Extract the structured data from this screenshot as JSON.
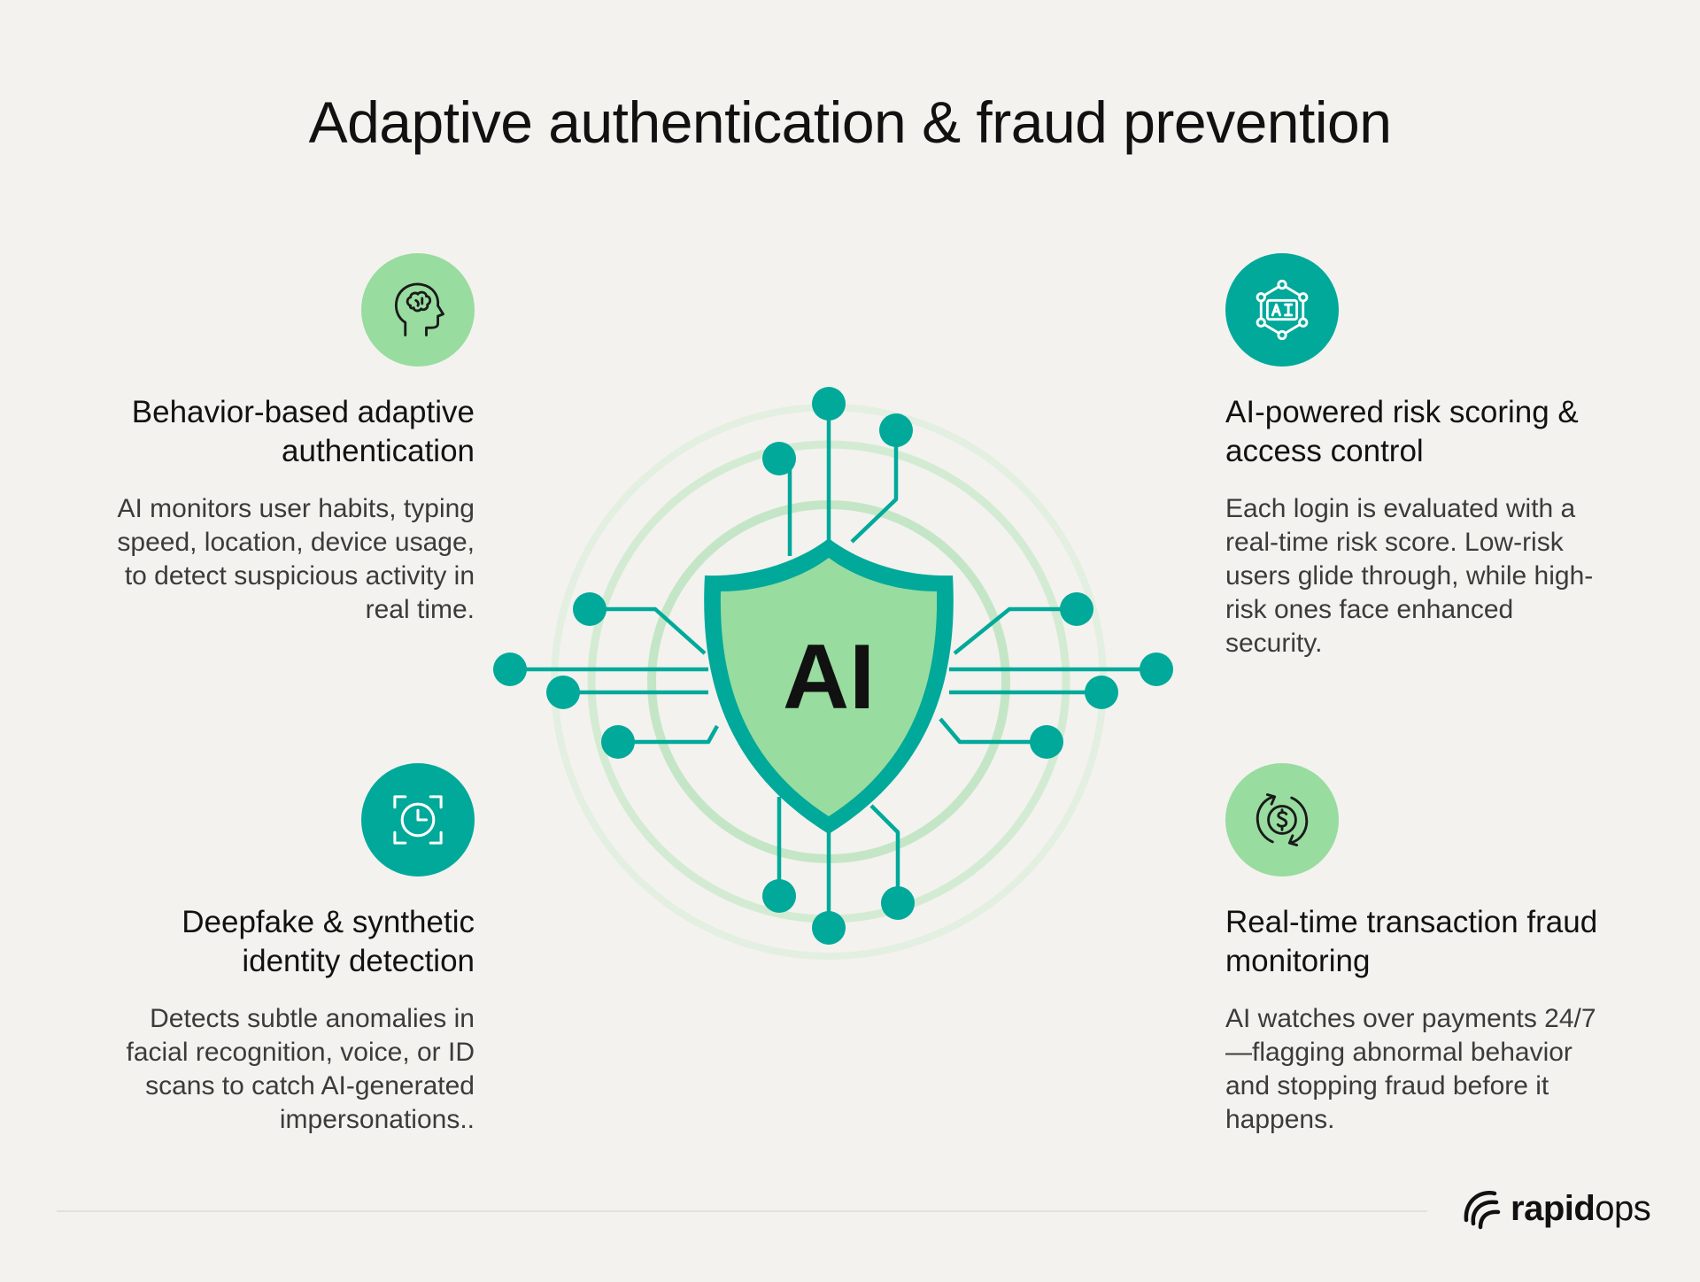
{
  "title": "Adaptive authentication & fraud prevention",
  "center": {
    "label": "AI"
  },
  "features": {
    "behavior": {
      "icon": "brain-head-icon",
      "heading": "Behavior-based adaptive authentication",
      "heading_line1": "Behavior-based adaptive",
      "heading_line2": "authentication",
      "body_lines": [
        "AI monitors user habits, typing",
        "speed, location, device usage,",
        "to detect suspicious activity in",
        "real time."
      ]
    },
    "risk": {
      "icon": "ai-network-icon",
      "heading_line1": "AI-powered risk scoring &",
      "heading_line2": "access control",
      "body_lines": [
        "Each login is evaluated with a",
        "real-time risk score. Low-risk",
        "users glide through, while high-",
        "risk ones face enhanced",
        "security."
      ]
    },
    "deepfake": {
      "icon": "face-scan-clock-icon",
      "heading_line1": "Deepfake & synthetic",
      "heading_line2": "identity detection",
      "body_lines": [
        "Detects subtle anomalies in",
        "facial recognition, voice, or ID",
        "scans to catch AI-generated",
        "impersonations.."
      ]
    },
    "transaction": {
      "icon": "dollar-refresh-icon",
      "heading_line1": "Real-time transaction fraud",
      "heading_line2": "monitoring",
      "body_lines": [
        "AI watches over payments 24/7",
        "—flagging abnormal behavior",
        "and stopping fraud before it",
        "happens."
      ]
    }
  },
  "logo": {
    "text_bold": "rapid",
    "text_light": "ops"
  },
  "colors": {
    "teal": "#00a99a",
    "light_green": "#98dca0",
    "background": "#f3f2ee"
  }
}
